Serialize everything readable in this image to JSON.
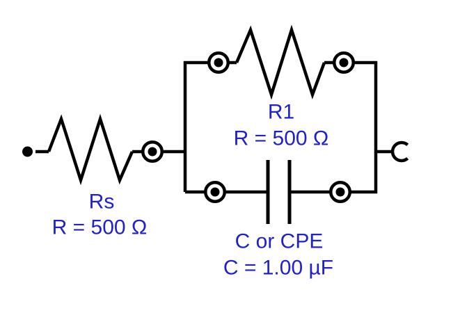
{
  "diagram": {
    "background_color": "#ffffff",
    "wire_color": "#000000",
    "label_color": "#2020cc",
    "components": {
      "rs": {
        "type": "resistor",
        "name": "Rs",
        "value": "R = 500 Ω"
      },
      "r1": {
        "type": "resistor",
        "name": "R1",
        "value": "R = 500 Ω"
      },
      "c1": {
        "type": "capacitor",
        "name": "C or CPE",
        "value": "C = 1.00 µF"
      }
    },
    "terminals": {
      "left": "filled-dot-terminal",
      "right": "open-circle-terminal"
    }
  }
}
